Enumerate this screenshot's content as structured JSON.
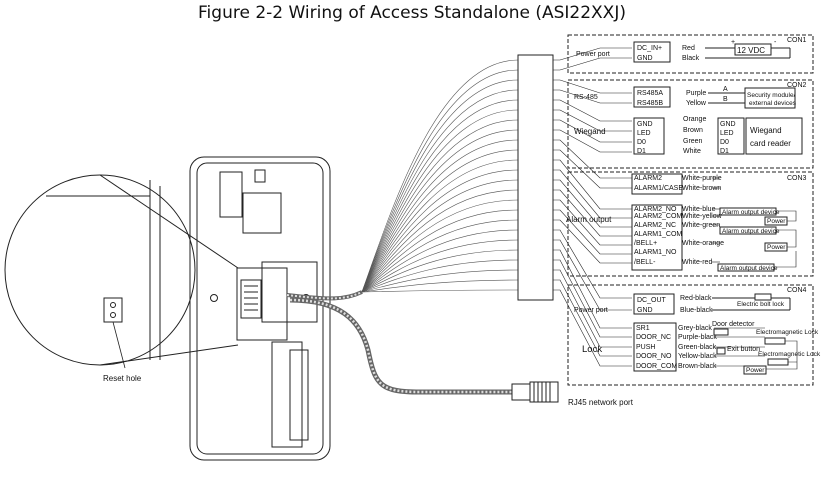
{
  "title": "Figure 2-2 Wiring of Access Standalone (ASI22XXJ)",
  "device": {
    "reset_hole": "Reset hole",
    "rj45_label": "RJ45 network port"
  },
  "con1": {
    "name": "CON1",
    "group": "Power port",
    "pins": [
      "DC_IN+",
      "GND"
    ],
    "colors": [
      "Red",
      "Black"
    ],
    "supply": "12 VDC",
    "plus": "+",
    "minus": "-"
  },
  "con2": {
    "name": "CON2",
    "rs485_group": "RS-485",
    "rs485_pins": [
      "RS485A",
      "RS485B"
    ],
    "rs485_colors": [
      "Purple",
      "Yellow"
    ],
    "rs485_terms": [
      "A",
      "B"
    ],
    "security_module": "Security module/ external devices",
    "wiegand_group": "Wiegand",
    "wiegand_pins": [
      "GND",
      "LED",
      "D0",
      "D1"
    ],
    "wiegand_colors": [
      "Orange",
      "Brown",
      "Green",
      "White"
    ],
    "wiegand_terms": [
      "GND",
      "LED",
      "D0",
      "D1"
    ],
    "card_reader": "Wiegand card reader"
  },
  "con3": {
    "name": "CON3",
    "group": "Alarm output",
    "rows": [
      {
        "pin": "ALARM2",
        "color": "White-purple"
      },
      {
        "pin": "ALARM1/CASE",
        "color": "White-brown"
      },
      {
        "pin": "ALARM2_NO",
        "color": "White-blue"
      },
      {
        "pin": "ALARM2_COM",
        "color": "White-yellow"
      },
      {
        "pin": "ALARM2_NC",
        "color": "White-green"
      },
      {
        "pin": "ALARM1_COM",
        "color": ""
      },
      {
        "pin": "/BELL+",
        "color": "White-orange"
      },
      {
        "pin": "ALARM1_NO",
        "color": ""
      },
      {
        "pin": "/BELL-",
        "color": "White-red"
      }
    ],
    "output_device": "Alarm output device",
    "power": "Power"
  },
  "con4": {
    "name": "CON4",
    "power_group": "Power port",
    "power_pins": [
      "DC_OUT",
      "GND"
    ],
    "power_colors": [
      "Red-black",
      "Blue-black"
    ],
    "bolt_lock": "Electric bolt lock",
    "lock_group": "Lock",
    "lock_pins": [
      "SR1",
      "DOOR_NC",
      "PUSH",
      "DOOR_NO",
      "DOOR_COM"
    ],
    "lock_colors": [
      "Grey-black",
      "Purple-black",
      "Green-black",
      "Yellow-black",
      "Brown-black"
    ],
    "door_detector": "Door detector",
    "exit_button": "Exit button",
    "em_lock": "Electromagnetic Lock",
    "power": "Power"
  }
}
